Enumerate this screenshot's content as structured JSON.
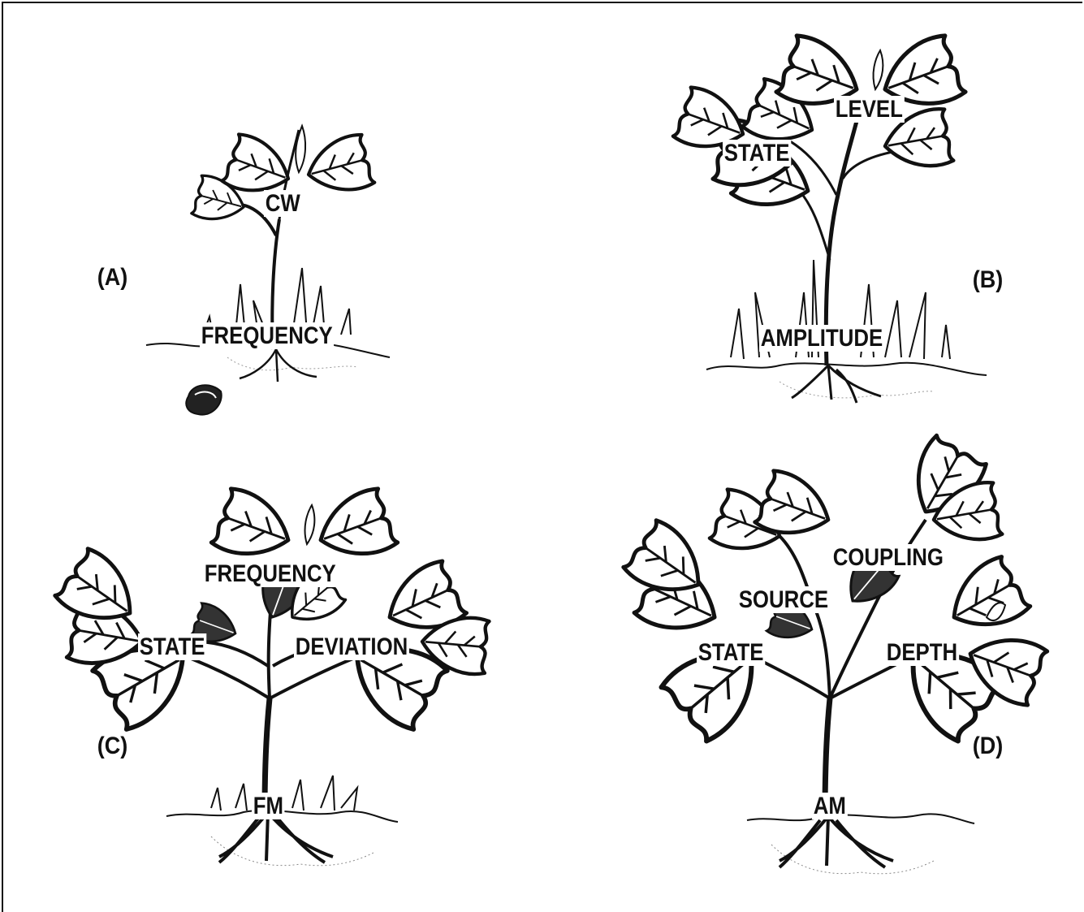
{
  "panels": [
    {
      "id": "A",
      "tag": "(A)",
      "labels": {
        "top": "CW",
        "base": "FREQUENCY"
      }
    },
    {
      "id": "B",
      "tag": "(B)",
      "labels": {
        "top": "LEVEL",
        "left": "STATE",
        "base": "AMPLITUDE"
      }
    },
    {
      "id": "C",
      "tag": "(C)",
      "labels": {
        "top": "FREQUENCY",
        "left": "STATE",
        "right": "DEVIATION",
        "base": "FM"
      }
    },
    {
      "id": "D",
      "tag": "(D)",
      "labels": {
        "top": "COUPLING",
        "mid": "SOURCE",
        "left": "STATE",
        "right": "DEPTH",
        "base": "AM"
      }
    }
  ]
}
